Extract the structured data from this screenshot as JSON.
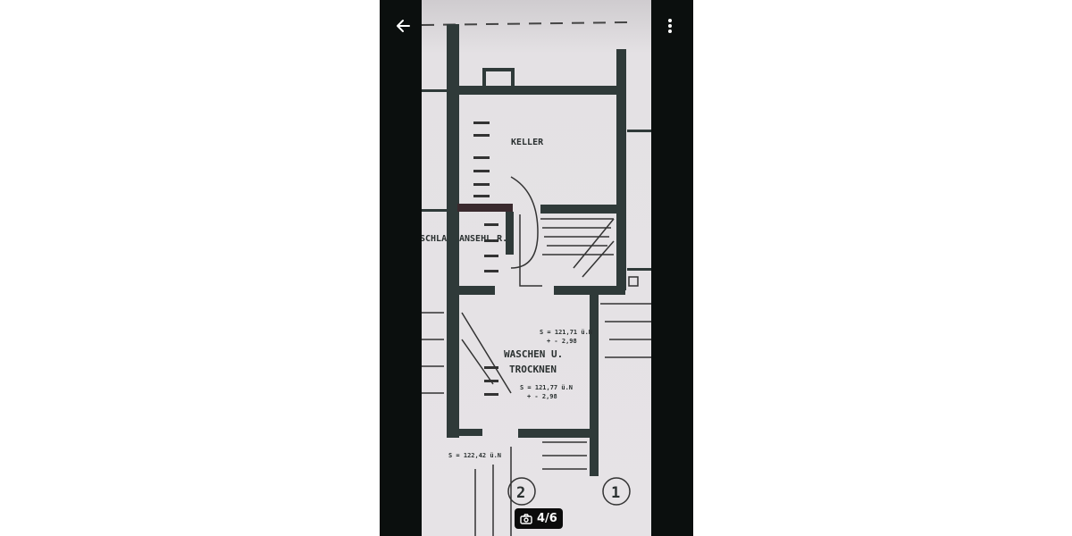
{
  "viewer": {
    "back_icon": "arrow-left-icon",
    "menu_icon": "more-vertical-icon",
    "counter": {
      "icon": "camera-icon",
      "text": "4/6"
    }
  },
  "photo": {
    "labels": {
      "keller": "KELLER",
      "schla": "SCHLA",
      "ansehl": "ANSEHL.R.",
      "waschen": "WASCHEN U.",
      "trocknen": "TROCKNEN",
      "s1": "S = 121,71 ü.N",
      "s1b": "+ - 2,98",
      "s2": "S = 121,77 ü.N",
      "s2b": "+ - 2,98",
      "s3": "S = 122,42 ü.N",
      "circle2": "2",
      "circle1": "1"
    }
  }
}
